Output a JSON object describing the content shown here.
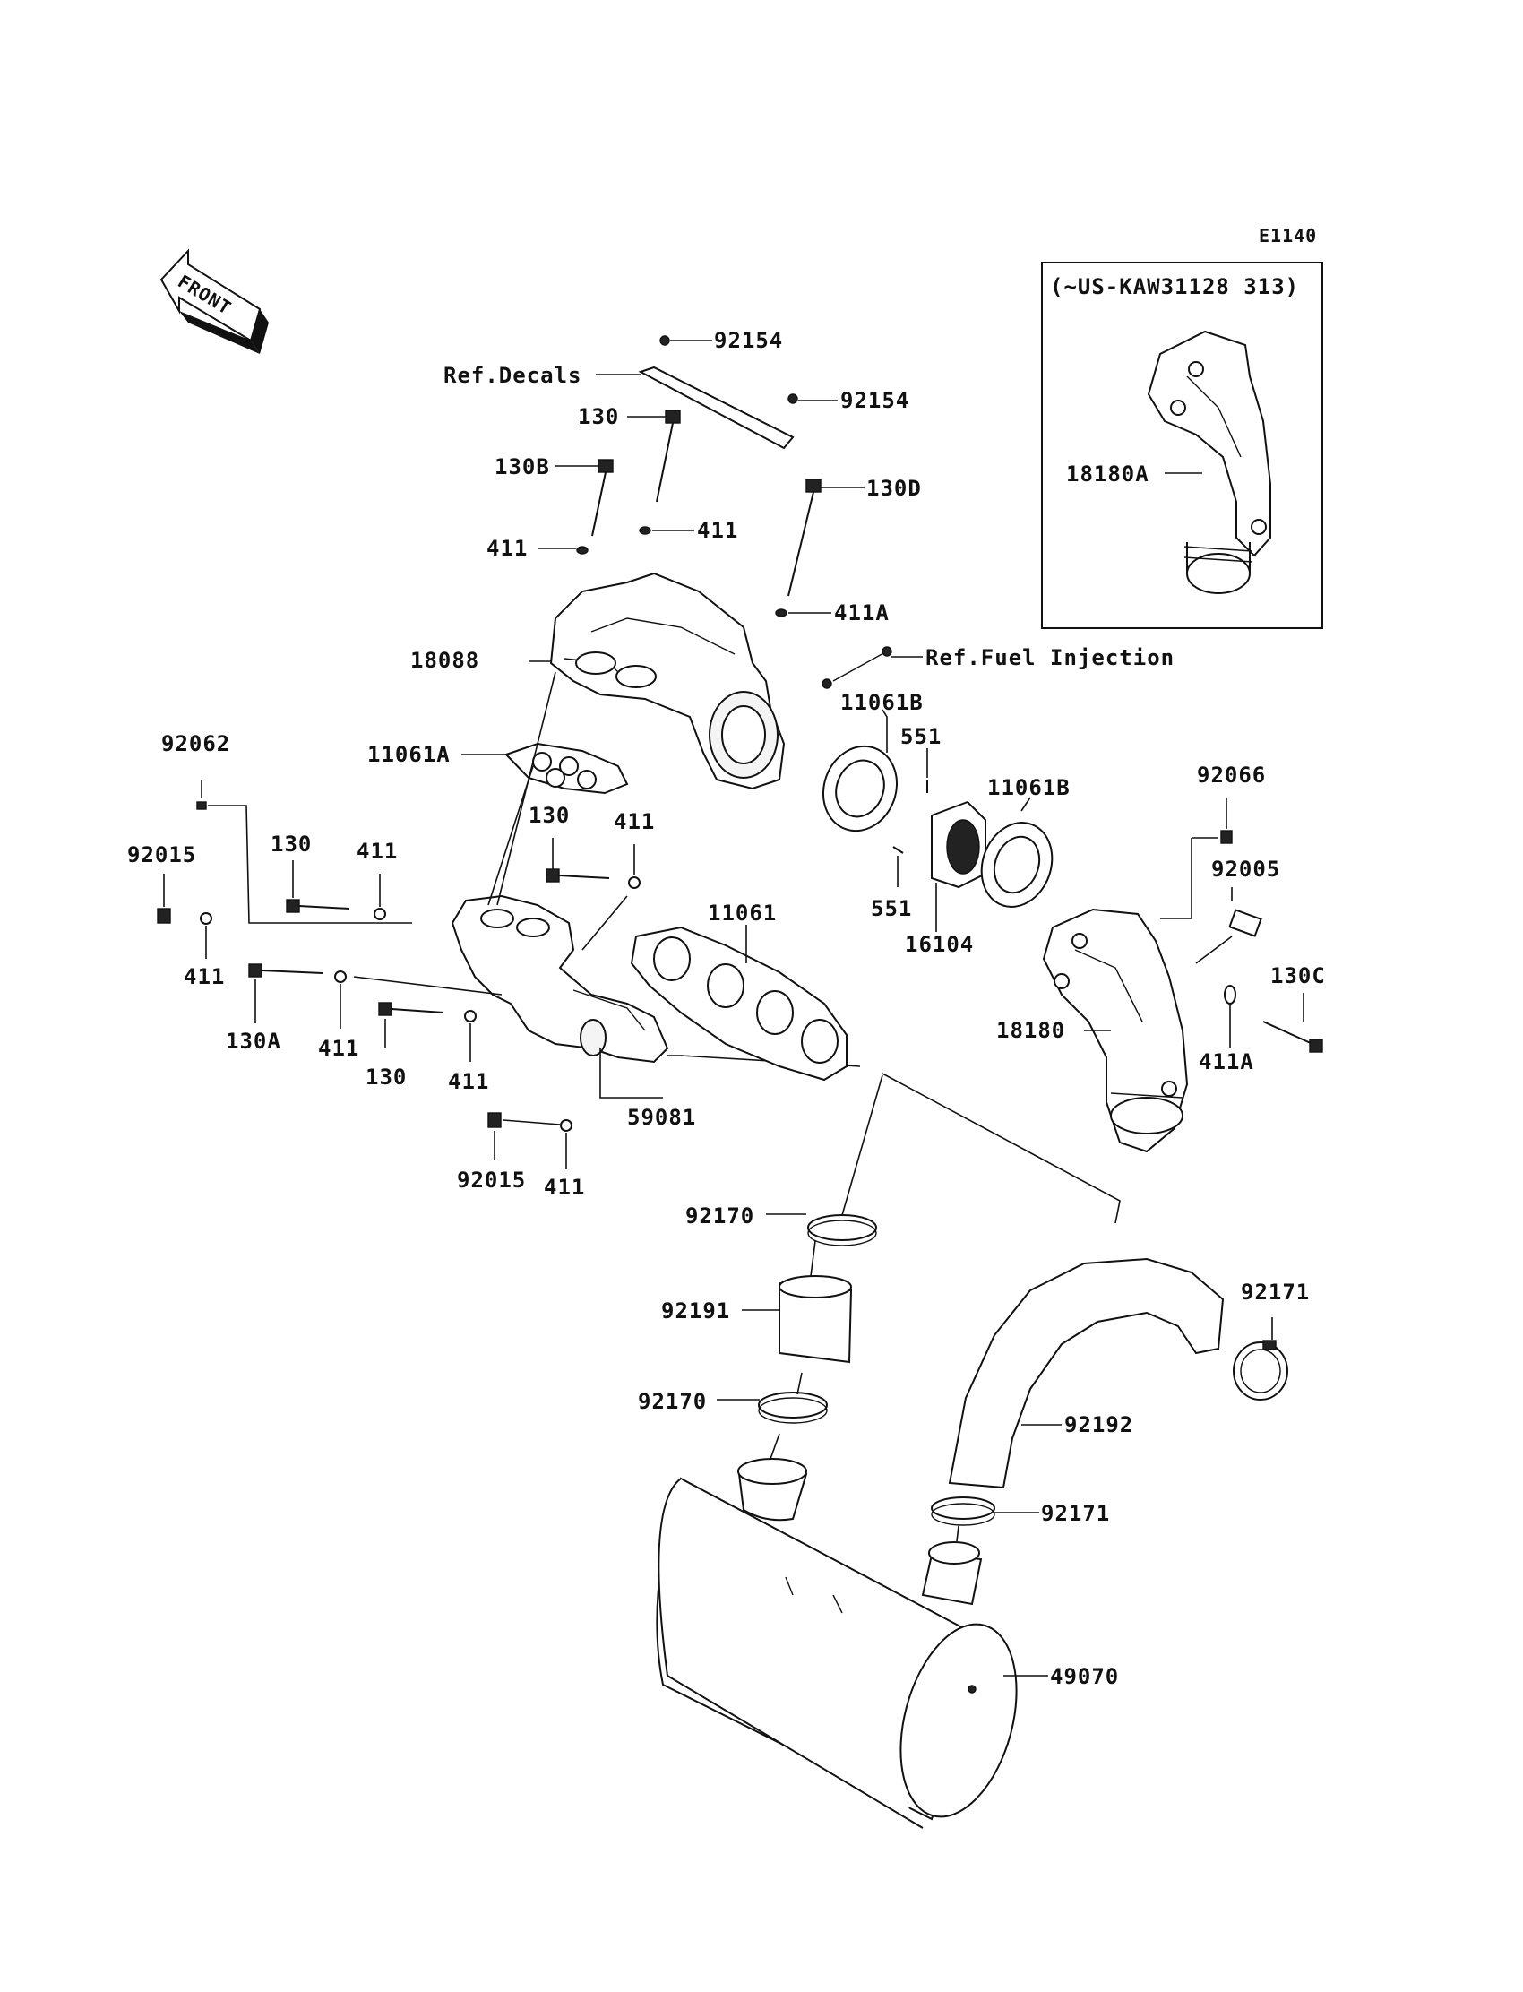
{
  "diagram_code": "E1140",
  "front_label": "FRONT",
  "variant_box": {
    "title": "(~US-KAW31128 313)",
    "part": "18180A"
  },
  "ref_labels": {
    "decals": "Ref.Decals",
    "fuel_injection": "Ref.Fuel Injection"
  },
  "callouts": {
    "c92154a": "92154",
    "c92154b": "92154",
    "c130a1": "130",
    "c130B": "130B",
    "c130D": "130D",
    "c411a": "411",
    "c411b": "411",
    "c411A_top": "411A",
    "c18088": "18088",
    "c11061B_a": "11061B",
    "c551_a": "551",
    "c11061B_b": "11061B",
    "c92066": "92066",
    "c92062": "92062",
    "c11061A": "11061A",
    "c130_mid": "130",
    "c411_mid": "411",
    "c92015_a": "92015",
    "c130_left": "130",
    "c411_left": "411",
    "c11061": "11061",
    "c551_b": "551",
    "c16104": "16104",
    "c92005": "92005",
    "c411_l2": "411",
    "c130A": "130A",
    "c411_l3": "411",
    "c130_low": "130",
    "c411_low": "411",
    "c59081": "59081",
    "c18180": "18180",
    "c130C": "130C",
    "c411A_right": "411A",
    "c92015_b": "92015",
    "c411_bot": "411",
    "c92170_a": "92170",
    "c92191": "92191",
    "c92171_a": "92171",
    "c92192": "92192",
    "c92170_b": "92170",
    "c92171_b": "92171",
    "c49070": "49070"
  }
}
